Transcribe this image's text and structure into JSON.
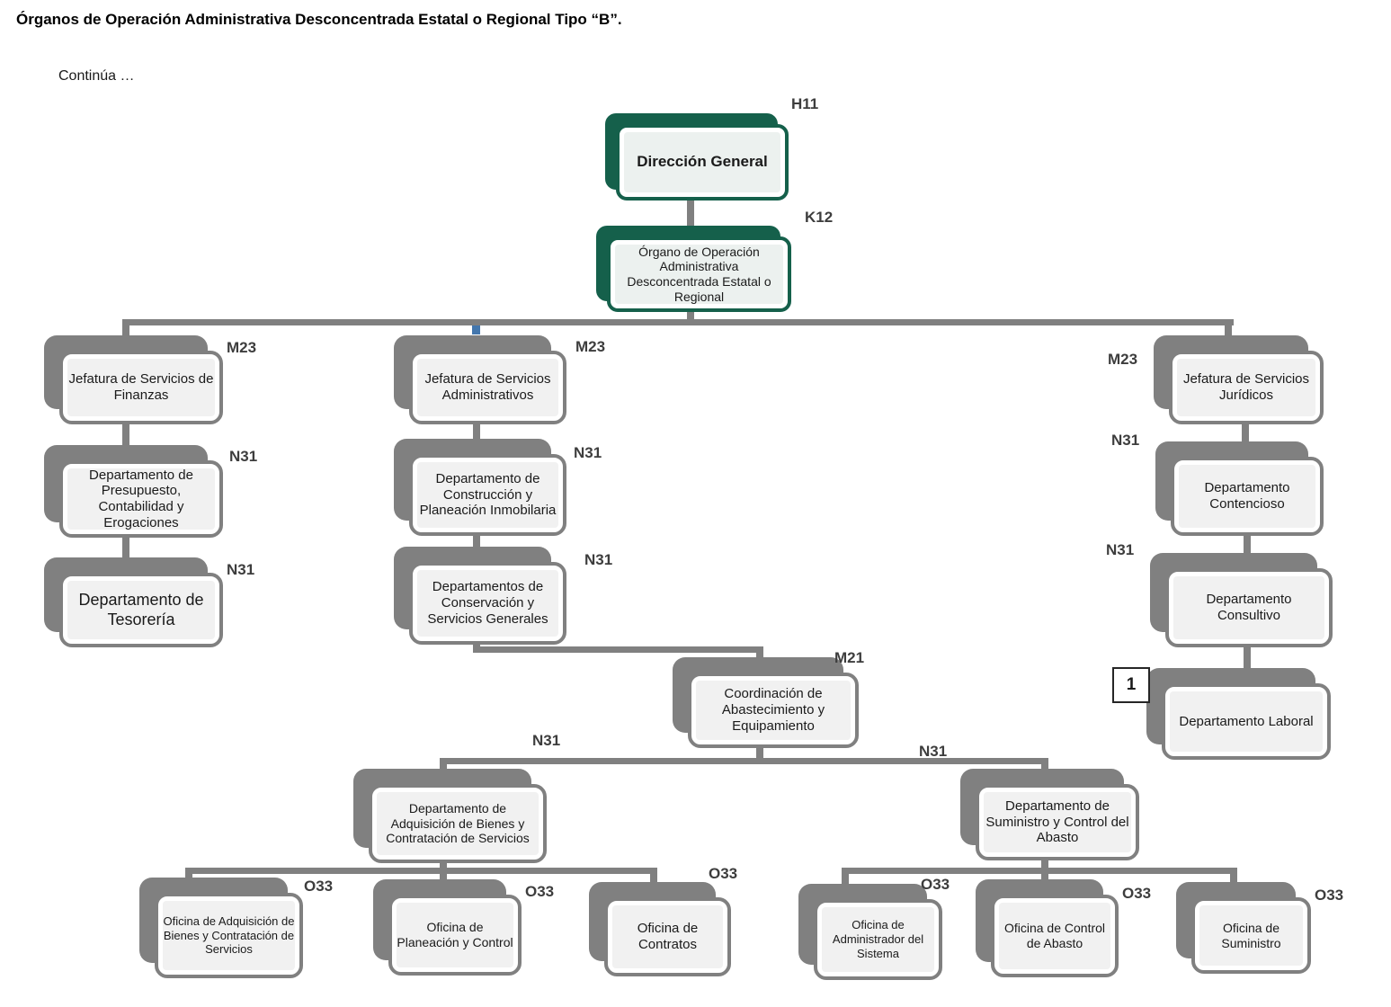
{
  "page": {
    "title": "Órganos de Operación Administrativa Desconcentrada Estatal o Regional Tipo “B”.",
    "continua": "Continúa …"
  },
  "colors": {
    "green_accent": "#15604b",
    "green_fill": "#ecf1ef",
    "gray_accent": "#808080",
    "gray_fill": "#f1f1f1",
    "blue_connector_stub": "#4477ad",
    "tag_text": "#3d3d3d"
  },
  "nodes": {
    "dg": {
      "label": "Dirección General",
      "tag": "H11"
    },
    "ooad": {
      "label": "Órgano de Operación Administrativa Desconcentrada Estatal o Regional",
      "tag": "K12"
    },
    "jef_fin": {
      "label": "Jefatura de Servicios de Finanzas",
      "tag": "M23"
    },
    "dep_pres": {
      "label": "Departamento de Presupuesto, Contabilidad y Erogaciones",
      "tag": "N31"
    },
    "dep_tes": {
      "label": "Departamento de Tesorería",
      "tag": "N31"
    },
    "jef_adm": {
      "label": "Jefatura de Servicios Administrativos",
      "tag": "M23"
    },
    "dep_constr": {
      "label": "Departamento de Construcción y Planeación Inmobilaria",
      "tag": "N31"
    },
    "dep_conserv": {
      "label": "Departamentos de Conservación y Servicios Generales",
      "tag": "N31"
    },
    "coord": {
      "label": "Coordinación de Abastecimiento y Equipamiento",
      "tag": "M21"
    },
    "dep_adq": {
      "label": "Departamento de Adquisición de Bienes y Contratación de Servicios",
      "tag": "N31"
    },
    "dep_sum": {
      "label": "Departamento de Suministro y Control del Abasto",
      "tag": "N31"
    },
    "jef_jur": {
      "label": "Jefatura de Servicios Jurídicos",
      "tag": "M23"
    },
    "dep_cont": {
      "label": "Departamento Contencioso",
      "tag": "N31"
    },
    "dep_consul": {
      "label": "Departamento Consultivo",
      "tag": "N31"
    },
    "dep_lab": {
      "label": "Departamento Laboral",
      "note": "1"
    },
    "of_adq": {
      "label": "Oficina de Adquisición de Bienes y Contratación de Servicios",
      "tag": "O33"
    },
    "of_plan": {
      "label": "Oficina de Planeación y Control",
      "tag": "O33"
    },
    "of_contr": {
      "label": "Oficina de Contratos",
      "tag": "O33"
    },
    "of_admin": {
      "label": "Oficina de Administrador del Sistema",
      "tag": "O33"
    },
    "of_abasto": {
      "label": "Oficina de Control de Abasto",
      "tag": "O33"
    },
    "of_sum": {
      "label": "Oficina de Suministro",
      "tag": "O33"
    }
  }
}
